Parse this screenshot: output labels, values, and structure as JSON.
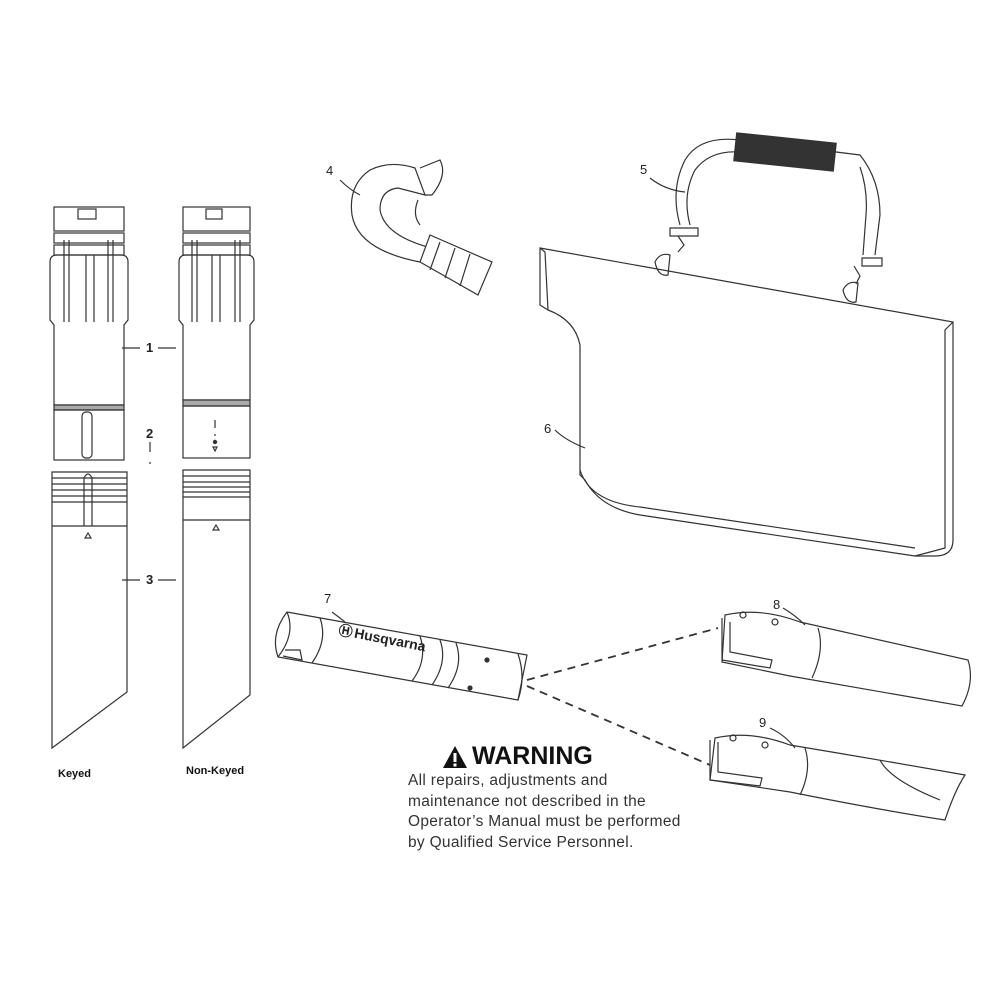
{
  "callouts": {
    "p1": "1",
    "p2": "2",
    "p3": "3",
    "p4": "4",
    "p5": "5",
    "p6": "6",
    "p7": "7",
    "p8": "8",
    "p9": "9"
  },
  "captions": {
    "keyed": "Keyed",
    "non_keyed": "Non-Keyed"
  },
  "brand_logo_text": "Husqvarna",
  "warning": {
    "icon": "warning-triangle-icon",
    "title": "WARNING",
    "text": "All repairs, adjustments and maintenance not described in the Operator’s Manual must be performed by Qualified Service Personnel."
  }
}
